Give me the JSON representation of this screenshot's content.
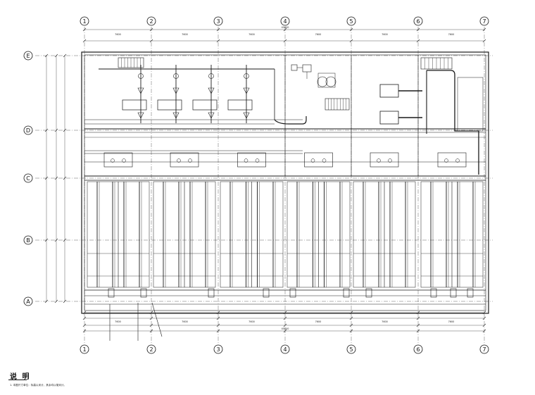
{
  "drawing": {
    "grid_columns": [
      "1",
      "2",
      "3",
      "4",
      "5",
      "6",
      "7"
    ],
    "grid_rows": [
      {
        "id": "row-E",
        "label": "E"
      },
      {
        "id": "row-D",
        "label": "D"
      },
      {
        "id": "row-C",
        "label": "C"
      },
      {
        "id": "row-B",
        "label": "B"
      },
      {
        "id": "row-A",
        "label": "A"
      }
    ],
    "overall_length": "45600",
    "bay_spacing": [
      "7600",
      "7600",
      "7600",
      "7600",
      "7600",
      "7600"
    ]
  },
  "notes": {
    "title": "说 明",
    "line1": "1. 本图尺寸单位：标高以米计，其余均以毫米计。"
  },
  "colors": {
    "line": "#1a1a1a",
    "background": "#ffffff",
    "axis": "#555555"
  }
}
